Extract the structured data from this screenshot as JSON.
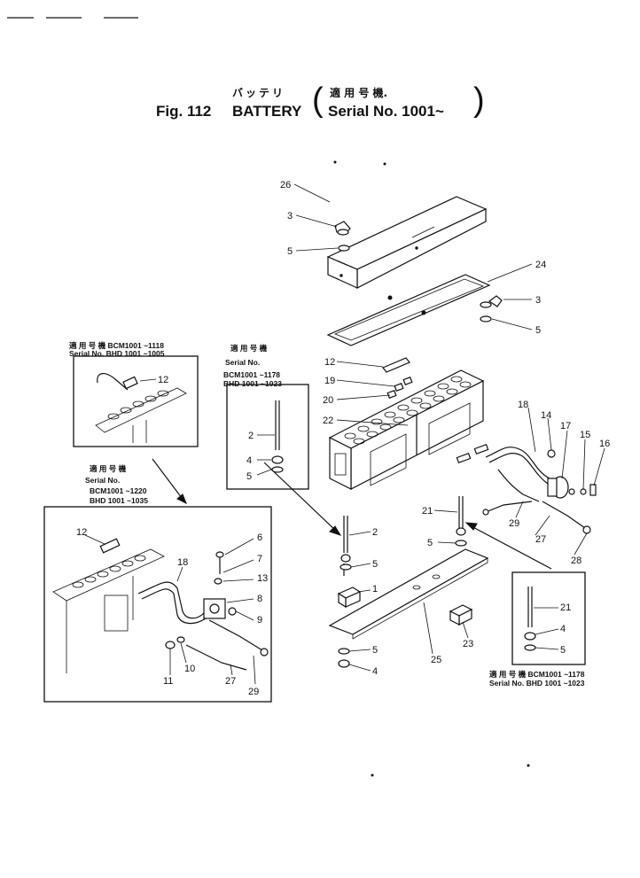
{
  "header": {
    "title_jp": "バッテリ",
    "serial_jp": "適 用 号 機.",
    "fig_no": "Fig. 112",
    "title_en": "BATTERY",
    "serial_en": "Serial No. 1001~",
    "paren_open": "(",
    "paren_close": ")"
  },
  "inset_top_left": {
    "caption_jp": "適 用 号 機 BCM1001 ~1118",
    "caption_en": "Serial No. BHD 1001 ~1005",
    "callout": "12"
  },
  "inset_mid": {
    "caption_jp": "適 用 号 機",
    "caption_en": "Serial No.",
    "range1": "BCM1001 ~1178",
    "range2": "BHD 1001 ~1023",
    "callouts": [
      "2",
      "4",
      "5"
    ]
  },
  "inset_bottom_left": {
    "caption_jp": "適 用 号 機",
    "caption_en": "Serial No.",
    "range1": "BCM1001 ~1220",
    "range2": "BHD 1001 ~1035",
    "callouts": [
      "12",
      "18",
      "6",
      "7",
      "13",
      "8",
      "9",
      "10",
      "11",
      "27",
      "29"
    ]
  },
  "inset_right": {
    "caption_jp": "適 用 号 機 BCM1001 ~1178",
    "caption_en": "Serial No. BHD 1001 ~1023",
    "callouts": [
      "21",
      "4",
      "5"
    ]
  },
  "main_callouts": [
    "26",
    "3",
    "5",
    "24",
    "3",
    "5",
    "12",
    "19",
    "20",
    "22",
    "18",
    "14",
    "17",
    "15",
    "16",
    "21",
    "5",
    "29",
    "27",
    "28",
    "2",
    "5",
    "1",
    "23",
    "5",
    "25",
    "4"
  ]
}
